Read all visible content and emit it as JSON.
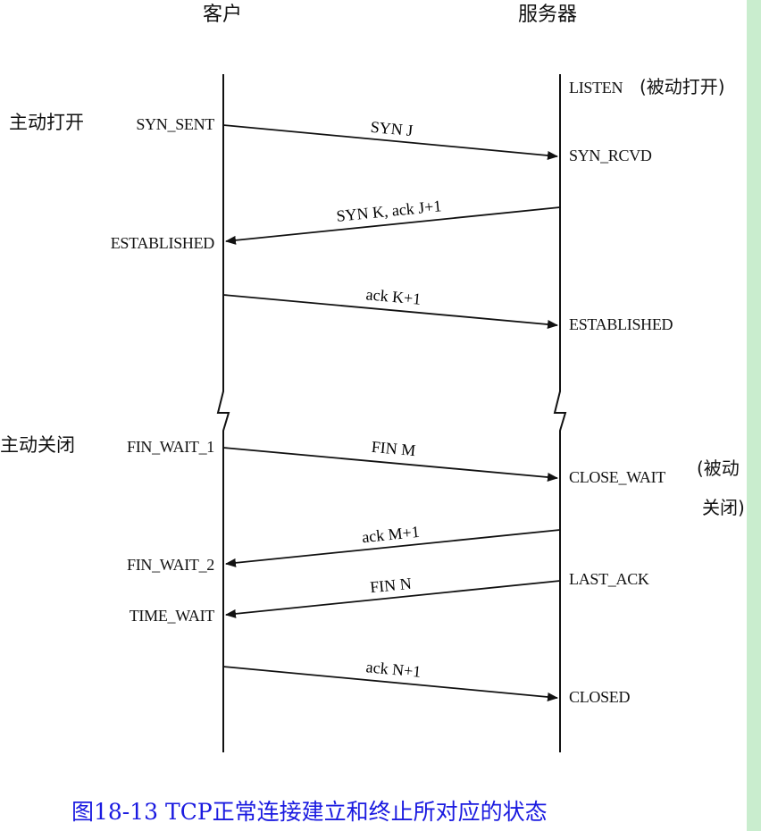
{
  "header": {
    "client": "客户",
    "server": "服务器"
  },
  "client_side": {
    "active_open": "主动打开",
    "active_close": "主动关闭",
    "states": {
      "syn_sent": "SYN_SENT",
      "established": "ESTABLISHED",
      "fin_wait_1": "FIN_WAIT_1",
      "fin_wait_2": "FIN_WAIT_2",
      "time_wait": "TIME_WAIT"
    }
  },
  "server_side": {
    "states": {
      "listen": "LISTEN",
      "syn_rcvd": "SYN_RCVD",
      "established": "ESTABLISHED",
      "close_wait": "CLOSE_WAIT",
      "last_ack": "LAST_ACK",
      "closed": "CLOSED"
    },
    "passive_open": "(被动打开)",
    "passive_close_line1": "(被动",
    "passive_close_line2": "关闭)"
  },
  "messages": [
    {
      "text": "SYN J",
      "direction": "client-to-server"
    },
    {
      "text": "SYN K, ack J+1",
      "direction": "server-to-client"
    },
    {
      "text": "ack K+1",
      "direction": "client-to-server"
    },
    {
      "text": "FIN M",
      "direction": "client-to-server"
    },
    {
      "text": "ack M+1",
      "direction": "server-to-client"
    },
    {
      "text": "FIN N",
      "direction": "server-to-client"
    },
    {
      "text": "ack N+1",
      "direction": "client-to-server"
    }
  ],
  "caption": "图18-13   TCP正常连接建立和终止所对应的状态",
  "colors": {
    "caption": "#1a1ae0",
    "strip": "#c9edce",
    "line": "#111111"
  }
}
